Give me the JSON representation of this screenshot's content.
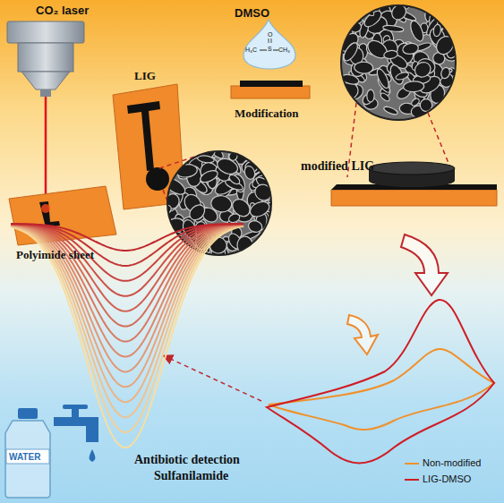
{
  "diagram": {
    "labels": [
      "CO₂ laser",
      "DMSO",
      "H₃C",
      "S",
      "O",
      "CH₃",
      "LIG",
      "Modification",
      "modified LIG",
      "Polyimide sheet",
      "WATER",
      "Antibiotic detection",
      "Sulfanilamide"
    ],
    "legend": [
      {
        "text": "Non-modified"
      },
      {
        "text": "LIG-DMSO"
      }
    ]
  }
}
